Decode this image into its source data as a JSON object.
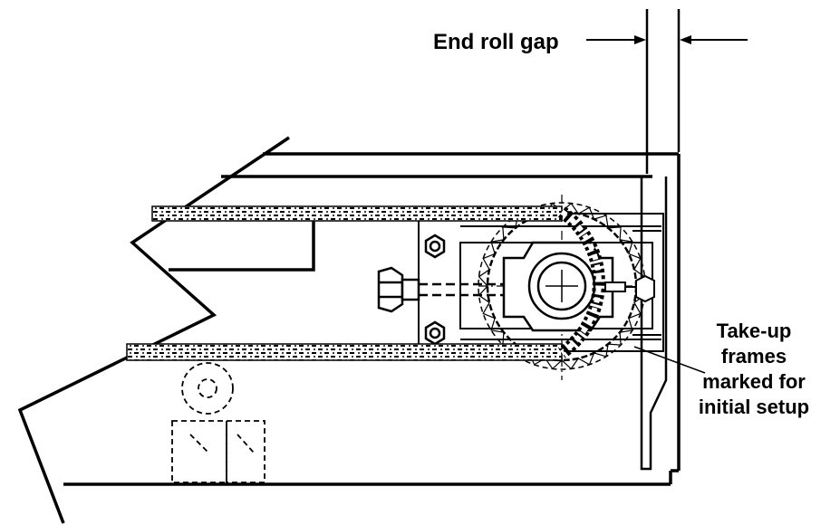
{
  "diagram": {
    "labels": {
      "end_roll_gap": "End roll gap",
      "take_up_lines": [
        "Take-up",
        "frames",
        "marked for",
        "initial setup"
      ]
    },
    "colors": {
      "line": "#000000",
      "background": "#ffffff"
    }
  }
}
